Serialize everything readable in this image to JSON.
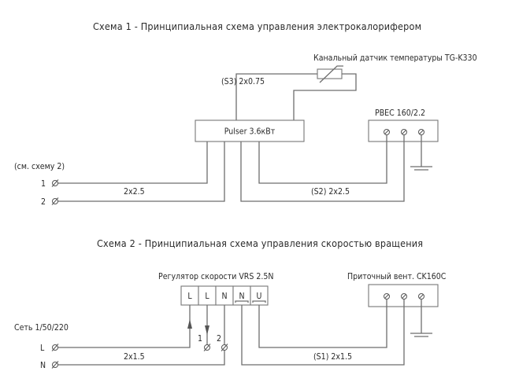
{
  "scheme1": {
    "title": "Схема 1 - Принципиальная схема управления электрокалорифером",
    "sensor_label": "Канальный датчик температуры TG-K330",
    "sensor_cable": "(S3) 2x0.75",
    "controller_label": "Pulser 3.6кВт",
    "heater_label": "PBEC 160/2.2",
    "reference_note": "(см. схему 2)",
    "terminals_left": [
      "1",
      "2"
    ],
    "cable_input": "2x2.5",
    "cable_output": "(S2) 2x2.5"
  },
  "scheme2": {
    "title": "Схема 2 - Принципиальная схема управления скоростью вращения",
    "regulator_label": "Регулятор скорости VRS 2.5N",
    "regulator_terminals": [
      "L",
      "L",
      "N",
      "N",
      "U"
    ],
    "fan_label": "Приточный вент. CK160C",
    "network_label": "Сеть 1/50/220",
    "terminals_left": [
      "L",
      "N"
    ],
    "terminals_mid": [
      "1",
      "2"
    ],
    "cable_input": "2x1.5",
    "cable_output": "(S1) 2x1.5"
  },
  "colors": {
    "line": "#6e6e6e",
    "text": "#2a2a2a",
    "background": "#ffffff"
  }
}
